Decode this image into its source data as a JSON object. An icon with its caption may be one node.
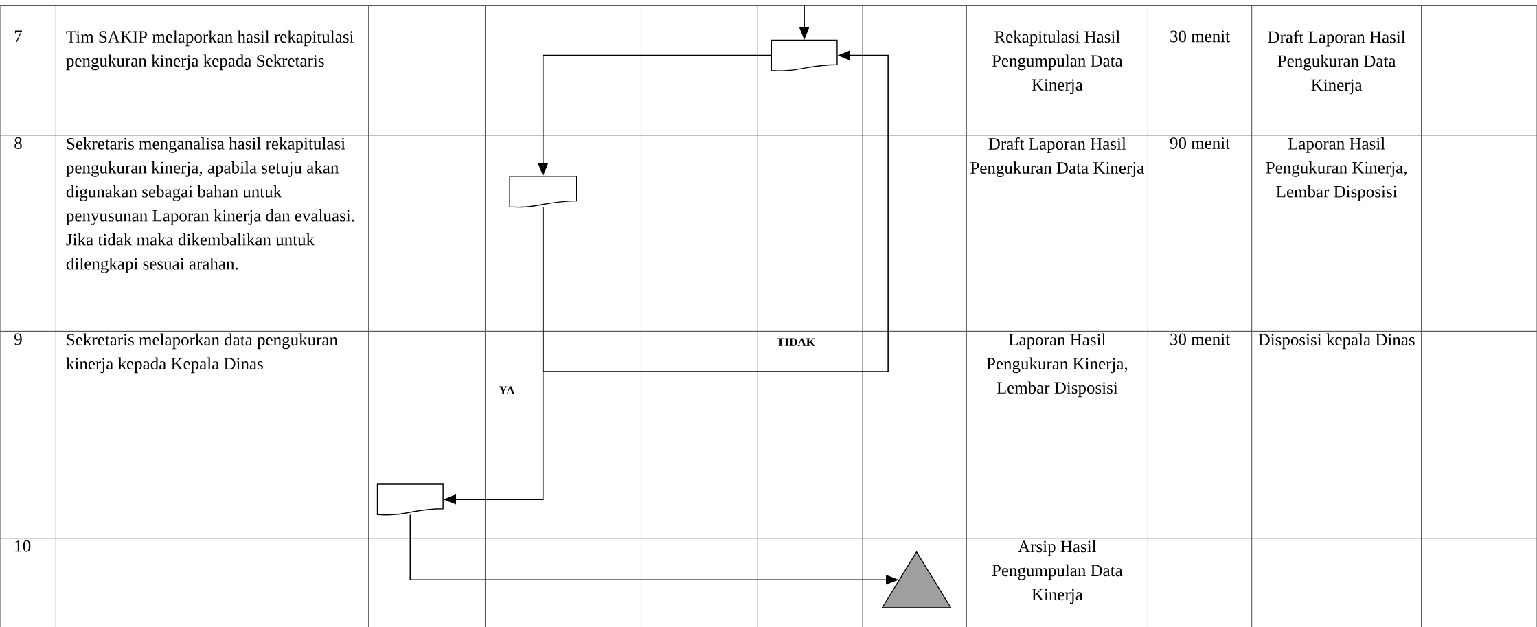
{
  "diagram": {
    "nodes": [
      {
        "text": [],
        "shape": "document"
      },
      {
        "text": [],
        "shape": "document"
      },
      {
        "text": [],
        "shape": "document"
      },
      {
        "text": [],
        "shape": "triangle"
      }
    ],
    "edges": [
      {
        "from": null,
        "to": 0,
        "arrow": "to"
      },
      {
        "from": 0,
        "to": 1,
        "arrow": "to"
      },
      {
        "from": 1,
        "to": 2,
        "arrow": "to",
        "label": "YA"
      },
      {
        "from": 1,
        "to": 0,
        "arrow": "to",
        "label": "TIDAK"
      },
      {
        "from": 2,
        "to": 3,
        "arrow": "to"
      }
    ],
    "labels": [
      "7",
      "Tim SAKIP melaporkan hasil rekapitulasi pengukuran kinerja kepada Sekretaris",
      "Rekapitulasi Hasil Pengumpulan Data Kinerja",
      "30 menit",
      "Draft Laporan Hasil Pengukuran Data Kinerja",
      "8",
      "Sekretaris menganalisa hasil rekapitulasi pengukuran kinerja, apabila setuju akan digunakan sebagai bahan untuk penyusunan Laporan kinerja dan evaluasi. Jika tidak maka dikembalikan untuk dilengkapi sesuai arahan.",
      "Draft Laporan Hasil Pengukuran Data Kinerja",
      "90 menit",
      "Laporan Hasil Pengukuran Kinerja, Lembar Disposisi",
      "9",
      "Sekretaris melaporkan data pengukuran kinerja kepada Kepala Dinas",
      "Laporan Hasil Pengukuran Kinerja, Lembar Disposisi",
      "30 menit",
      "Disposisi kepala Dinas",
      "10",
      "Arsip Hasil Pengumpulan Data Kinerja"
    ]
  }
}
